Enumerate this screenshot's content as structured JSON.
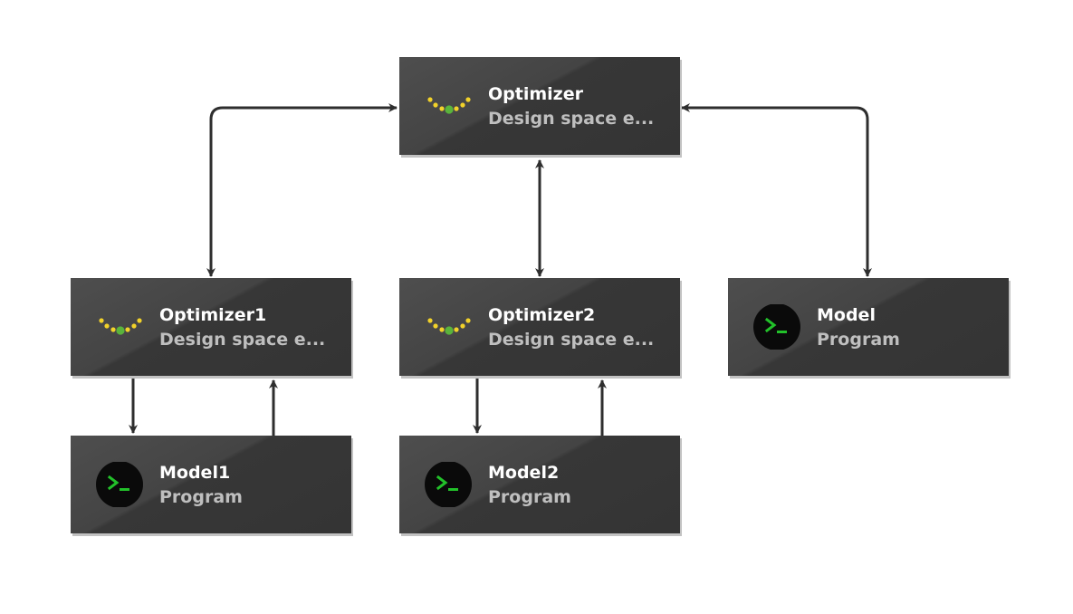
{
  "colors": {
    "node_fill": "#3c3c3c",
    "edge": "#2e2e2e",
    "optimizer_dot": "#f2d22a",
    "optimizer_center_dot": "#5ab43c",
    "terminal_bg": "#0a0a0a",
    "terminal_prompt": "#22c12a",
    "title_text": "#ffffff",
    "subtitle_text": "#bfbfbf"
  },
  "nodes": [
    {
      "id": "optimizer",
      "title": "Optimizer",
      "subtitle": "Design space e...",
      "icon": "optimizer-dots-icon"
    },
    {
      "id": "optimizer1",
      "title": "Optimizer1",
      "subtitle": "Design space e...",
      "icon": "optimizer-dots-icon"
    },
    {
      "id": "optimizer2",
      "title": "Optimizer2",
      "subtitle": "Design space e...",
      "icon": "optimizer-dots-icon"
    },
    {
      "id": "model",
      "title": "Model",
      "subtitle": "Program",
      "icon": "terminal-icon"
    },
    {
      "id": "model1",
      "title": "Model1",
      "subtitle": "Program",
      "icon": "terminal-icon"
    },
    {
      "id": "model2",
      "title": "Model2",
      "subtitle": "Program",
      "icon": "terminal-icon"
    }
  ],
  "edges": [
    {
      "from": "optimizer",
      "to": "optimizer1",
      "direction": "both"
    },
    {
      "from": "optimizer",
      "to": "optimizer2",
      "direction": "both"
    },
    {
      "from": "optimizer",
      "to": "model",
      "direction": "both"
    },
    {
      "from": "optimizer1",
      "to": "model1",
      "direction": "forward"
    },
    {
      "from": "model1",
      "to": "optimizer1",
      "direction": "forward"
    },
    {
      "from": "optimizer2",
      "to": "model2",
      "direction": "forward"
    },
    {
      "from": "model2",
      "to": "optimizer2",
      "direction": "forward"
    }
  ]
}
